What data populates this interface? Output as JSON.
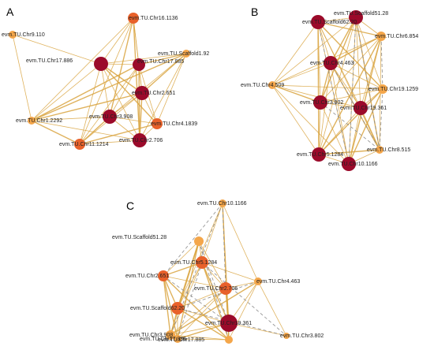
{
  "figure": {
    "panels": [
      {
        "letter": "A",
        "nodes": [
          {
            "label": "evm.TU.Chr16.1136",
            "color": "#e8612a"
          },
          {
            "label": "evm.TU.Chr9.110",
            "color": "#f4a64a"
          },
          {
            "label": "evm.TU.Chr17.886",
            "color": "#9b0a2a"
          },
          {
            "label": "evm.TU.Chr17.885",
            "color": "#9b0a2a"
          },
          {
            "label": "evm.TU.Scaffold1.92",
            "color": "#f4a64a"
          },
          {
            "label": "evm.TU.Chr2.651",
            "color": "#9b0a2a"
          },
          {
            "label": "evm.TU.Chr3.908",
            "color": "#9b0a2a"
          },
          {
            "label": "evm.TU.Chr1.2292",
            "color": "#f4a64a"
          },
          {
            "label": "evm.TU.Chr4.1839",
            "color": "#e8612a"
          },
          {
            "label": "evm.TU.Chr11.1214",
            "color": "#e8612a"
          },
          {
            "label": "evm.TU.Chr2.706",
            "color": "#9b0a2a"
          }
        ]
      },
      {
        "letter": "B",
        "nodes": [
          {
            "label": "evm.TU.Scaffold62.20",
            "color": "#9b0a2a"
          },
          {
            "label": "evm.TU.Scaffold51.28",
            "color": "#9b0a2a"
          },
          {
            "label": "evm.TU.Chr6.854",
            "color": "#f4a64a"
          },
          {
            "label": "evm.TU.Chr4.463",
            "color": "#9b0a2a"
          },
          {
            "label": "evm.TU.Chr4.509",
            "color": "#f4a64a"
          },
          {
            "label": "evm.TU.Chr19.1259",
            "color": "#f4a64a"
          },
          {
            "label": "evm.TU.Chr3.802",
            "color": "#9b0a2a"
          },
          {
            "label": "evm.TU.Chr19.361",
            "color": "#9b0a2a"
          },
          {
            "label": "evm.TU.Chr5.1284",
            "color": "#9b0a2a"
          },
          {
            "label": "evm.TU.Chr8.515",
            "color": "#f4a64a"
          },
          {
            "label": "evm.TU.Chr10.1166",
            "color": "#9b0a2a"
          }
        ]
      },
      {
        "letter": "C",
        "nodes": [
          {
            "label": "evm.TU.Chr10.1166",
            "color": "#f4a64a"
          },
          {
            "label": "evm.TU.Scaffold51.28",
            "color": "#f4a64a"
          },
          {
            "label": "evm.TU.Chr5.1284",
            "color": "#e8612a"
          },
          {
            "label": "evm.TU.Chr4.463",
            "color": "#f4a64a"
          },
          {
            "label": "evm.TU.Chr2.651",
            "color": "#e8612a"
          },
          {
            "label": "evm.TU.Chr2.706",
            "color": "#e8612a"
          },
          {
            "label": "evm.TU.Scaffold62.20",
            "color": "#e8612a"
          },
          {
            "label": "evm.TU.Chr19.361",
            "color": "#9b0a2a"
          },
          {
            "label": "evm.TU.Chr3.908",
            "color": "#f4a64a"
          },
          {
            "label": "evm.TU.Chr3.802",
            "color": "#f4a64a"
          },
          {
            "label": "evm.TU.Chr17.886",
            "color": "#f4a64a"
          },
          {
            "label": "evm.TU.Chr17.885",
            "color": "#f4a64a"
          }
        ]
      }
    ],
    "edge_colors": {
      "positive": "#d9a441",
      "negative": "#8c8c8c"
    }
  }
}
